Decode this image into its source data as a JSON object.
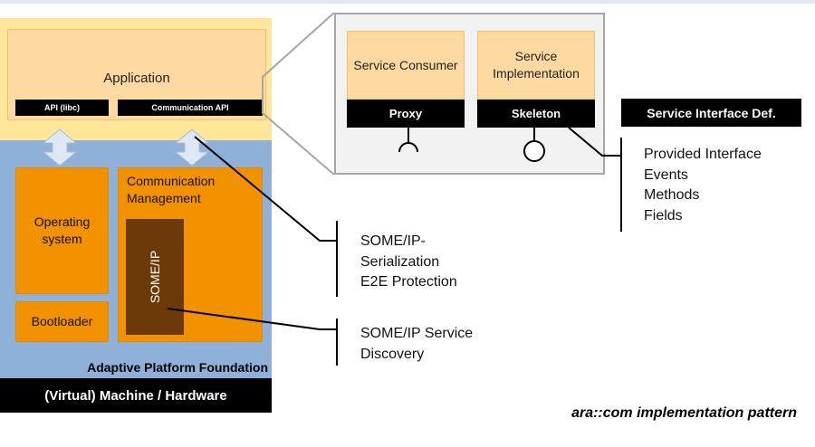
{
  "application": {
    "title": "Application",
    "api_libc": "API (libc)",
    "communication_api": "Communication API"
  },
  "platform": {
    "operating_system": "Operating system",
    "bootloader": "Bootloader",
    "communication_management": "Communication Management",
    "someip": "SOME/IP",
    "foundation_label": "Adaptive Platform Foundation",
    "machine_label": "(Virtual) Machine / Hardware"
  },
  "service": {
    "consumer": "Service Consumer",
    "implementation": "Service Implementation",
    "proxy": "Proxy",
    "skeleton": "Skeleton",
    "interface_def": "Service Interface Def."
  },
  "interface_items": [
    "Provided Interface",
    "Events",
    "Methods",
    "Fields"
  ],
  "serialization_items": [
    "SOME/IP-",
    "Serialization",
    "E2E Protection"
  ],
  "discovery_items": [
    "SOME/IP Service",
    "Discovery"
  ],
  "caption": "ara::com implementation pattern",
  "colors": {
    "orange": "#f39200",
    "light_orange": "#ffd9a0",
    "yellow": "#ffe699",
    "blue": "#8fb0d9",
    "brown": "#6b3a08"
  }
}
